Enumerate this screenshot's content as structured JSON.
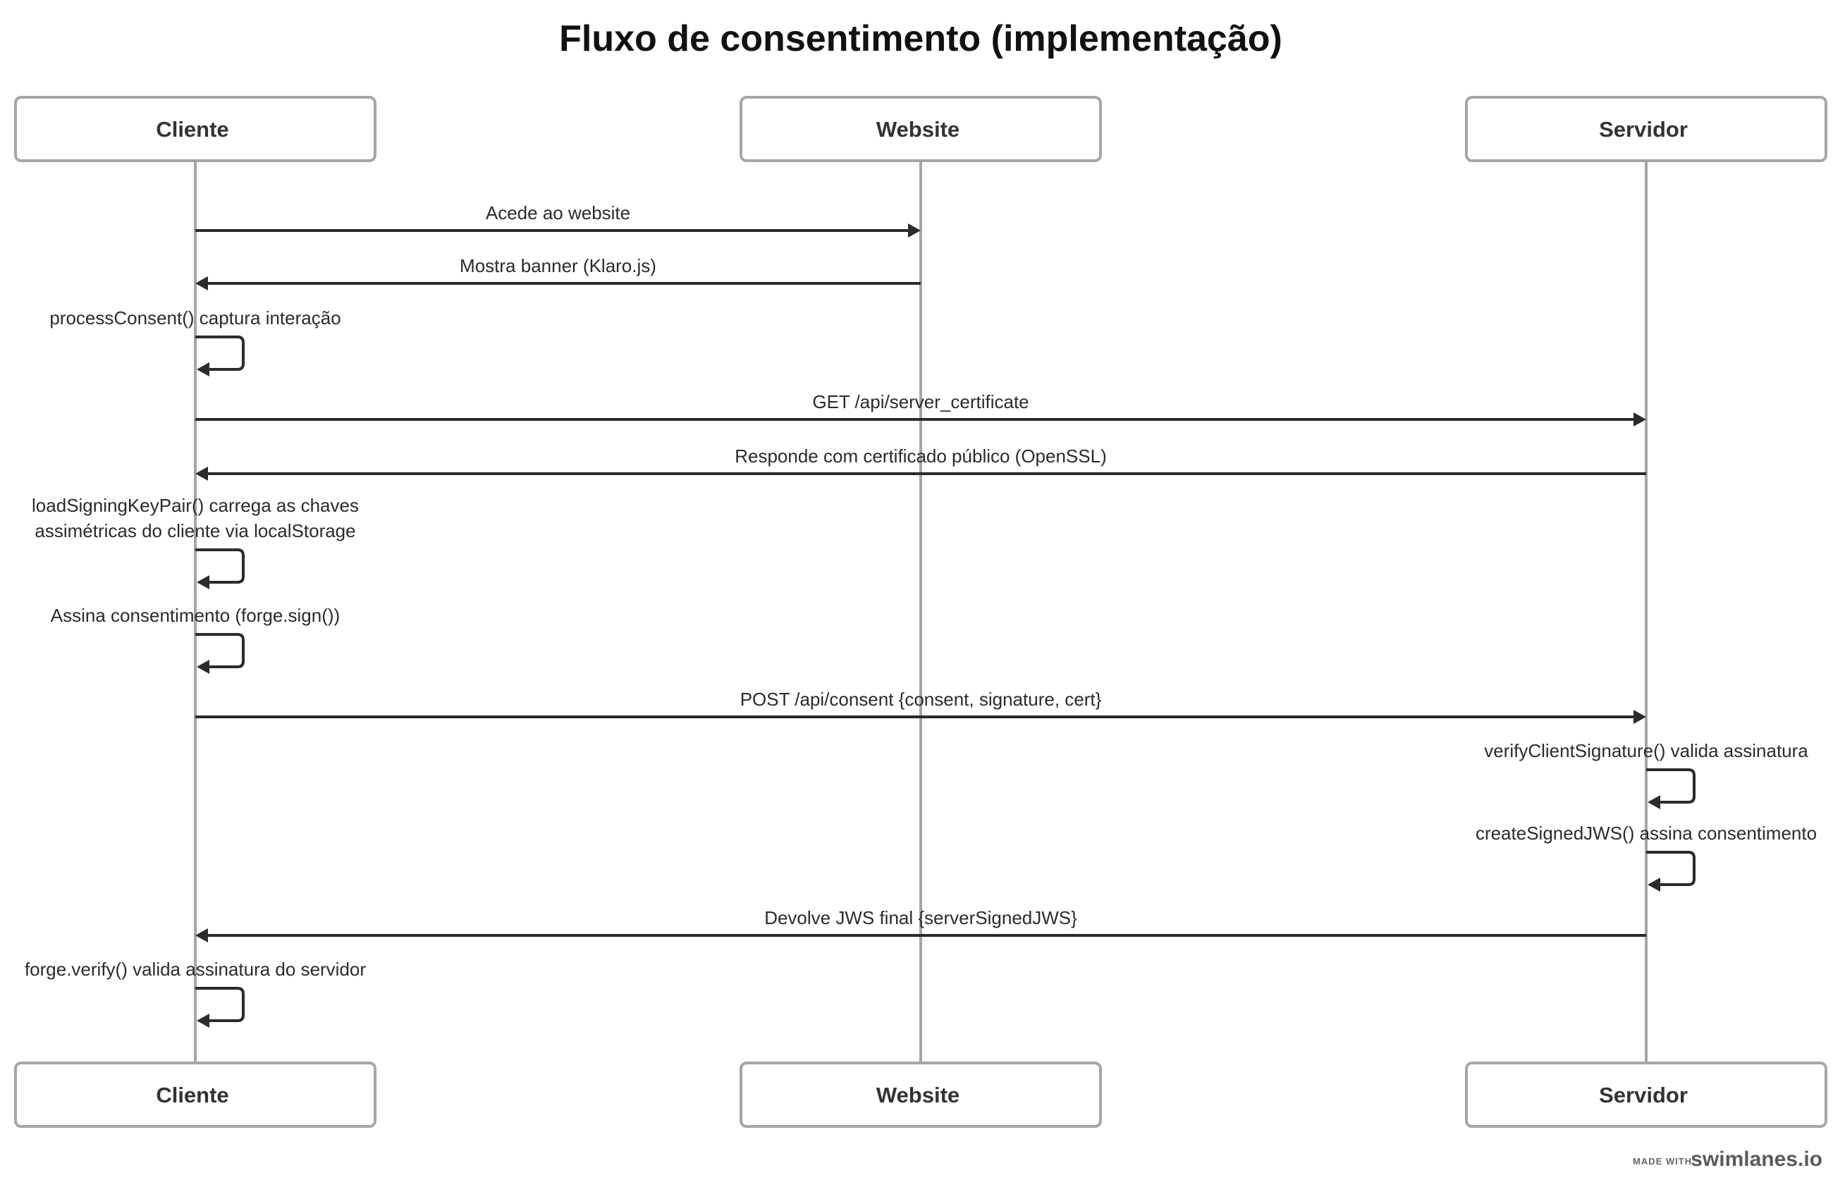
{
  "title": "Fluxo de consentimento (implementação)",
  "actors": [
    {
      "id": "cliente",
      "label": "Cliente"
    },
    {
      "id": "website",
      "label": "Website"
    },
    {
      "id": "servidor",
      "label": "Servidor"
    }
  ],
  "messages": [
    {
      "from": "cliente",
      "to": "website",
      "lines": [
        "Acede ao website"
      ]
    },
    {
      "from": "website",
      "to": "cliente",
      "lines": [
        "Mostra banner (Klaro.js)"
      ]
    },
    {
      "from": "cliente",
      "to": "cliente",
      "lines": [
        "processConsent() captura interação"
      ]
    },
    {
      "from": "cliente",
      "to": "servidor",
      "lines": [
        "GET /api/server_certificate"
      ]
    },
    {
      "from": "servidor",
      "to": "cliente",
      "lines": [
        "Responde com certificado público (OpenSSL)"
      ]
    },
    {
      "from": "cliente",
      "to": "cliente",
      "lines": [
        "loadSigningKeyPair() carrega as chaves",
        "assimétricas do cliente via localStorage"
      ]
    },
    {
      "from": "cliente",
      "to": "cliente",
      "lines": [
        "Assina consentimento (forge.sign())"
      ]
    },
    {
      "from": "cliente",
      "to": "servidor",
      "lines": [
        "POST /api/consent {consent, signature, cert}"
      ]
    },
    {
      "from": "servidor",
      "to": "servidor",
      "lines": [
        "verifyClientSignature() valida assinatura"
      ]
    },
    {
      "from": "servidor",
      "to": "servidor",
      "lines": [
        "createSignedJWS() assina consentimento"
      ]
    },
    {
      "from": "servidor",
      "to": "cliente",
      "lines": [
        "Devolve JWS final {serverSignedJWS}"
      ]
    },
    {
      "from": "cliente",
      "to": "cliente",
      "lines": [
        "forge.verify() valida assinatura do servidor"
      ]
    }
  ],
  "footer": {
    "made_with": "MADE WITH",
    "brand": "swimlanes.io"
  }
}
